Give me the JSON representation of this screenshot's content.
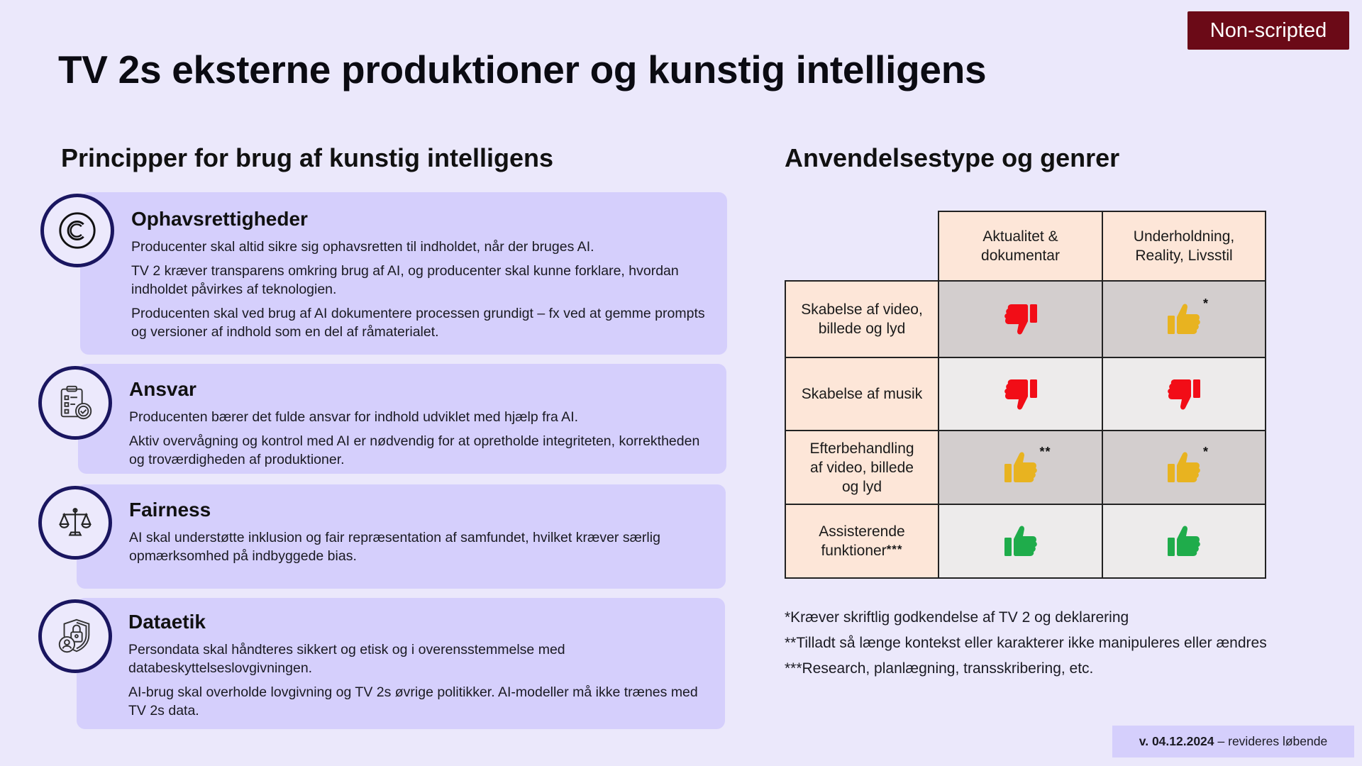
{
  "badge": "Non-scripted",
  "title": "TV 2s eksterne produktioner og kunstig intelligens",
  "left": {
    "heading": "Principper for brug af kunstig intelligens",
    "principles": [
      {
        "icon": "copyright-icon",
        "title": "Ophavsrettigheder",
        "paragraphs": [
          "Producenter skal altid sikre sig ophavsretten til indholdet, når der bruges AI.",
          "TV 2 kræver transparens omkring brug af AI, og producenter skal kunne forklare, hvordan indholdet påvirkes af teknologien.",
          "Producenten skal ved brug af AI dokumentere processen grundigt – fx ved at gemme prompts og versioner af indhold som en del af råmaterialet."
        ]
      },
      {
        "icon": "clipboard-check-icon",
        "title": "Ansvar",
        "paragraphs": [
          "Producenten bærer det fulde ansvar for indhold udviklet med hjælp fra AI.",
          "Aktiv overvågning og kontrol med AI er nødvendig for at opretholde integriteten, korrektheden og troværdigheden af produktioner."
        ]
      },
      {
        "icon": "scales-icon",
        "title": "Fairness",
        "paragraphs": [
          "AI skal understøtte inklusion og fair repræsentation af samfundet, hvilket kræver særlig opmærksomhed på indbyggede bias."
        ]
      },
      {
        "icon": "shield-lock-user-icon",
        "title": "Dataetik",
        "paragraphs": [
          "Persondata skal håndteres sikkert og etisk og i overensstemmelse med databeskyttelseslovgivningen.",
          "AI-brug skal overholde lovgivning og TV 2s øvrige politikker. AI-modeller må ikke trænes med TV 2s data."
        ]
      }
    ]
  },
  "right": {
    "heading": "Anvendelsestype og genrer",
    "table": {
      "columns": [
        "Aktualitet & dokumentar",
        "Underholdning, Reality, Livsstil"
      ],
      "rows": [
        {
          "label": "Skabelse af video, billede og lyd",
          "label_suffix": "",
          "cells": [
            {
              "verdict": "thumbs-down",
              "color": "#f20d17",
              "mark": ""
            },
            {
              "verdict": "thumbs-up",
              "color": "#e8b320",
              "mark": "*"
            }
          ]
        },
        {
          "label": "Skabelse af musik",
          "label_suffix": "",
          "cells": [
            {
              "verdict": "thumbs-down",
              "color": "#f20d17",
              "mark": ""
            },
            {
              "verdict": "thumbs-down",
              "color": "#f20d17",
              "mark": ""
            }
          ]
        },
        {
          "label": "Efterbehandling af video, billede og lyd",
          "label_suffix": "",
          "cells": [
            {
              "verdict": "thumbs-up",
              "color": "#e8b320",
              "mark": "**"
            },
            {
              "verdict": "thumbs-up",
              "color": "#e8b320",
              "mark": "*"
            }
          ]
        },
        {
          "label": "Assisterende funktioner",
          "label_suffix": "***",
          "cells": [
            {
              "verdict": "thumbs-up",
              "color": "#1fac4b",
              "mark": ""
            },
            {
              "verdict": "thumbs-up",
              "color": "#1fac4b",
              "mark": ""
            }
          ]
        }
      ]
    },
    "footnotes": [
      "*Kræver skriftlig godkendelse af TV 2 og deklarering",
      "**Tilladt så længe kontekst eller karakterer ikke manipuleres eller ændres",
      "***Research, planlægning, transskribering, etc."
    ]
  },
  "version": {
    "date": "v. 04.12.2024",
    "note": "– revideres løbende"
  },
  "colors": {
    "background": "#ebe8fb",
    "card": "#d5cffc",
    "badge": "#6b0a17",
    "circle_border": "#1a1660",
    "header_cell": "#fde6d8",
    "thumbs_down": "#f20d17",
    "thumbs_up_conditional": "#e8b320",
    "thumbs_up": "#1fac4b"
  }
}
